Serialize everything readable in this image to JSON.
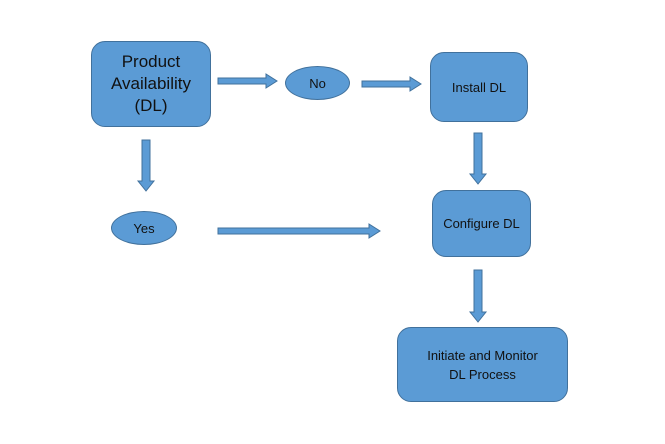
{
  "nodes": {
    "product_availability": {
      "line1": "Product",
      "line2": "Availability",
      "line3": "(DL)"
    },
    "no": {
      "label": "No"
    },
    "install": {
      "label": "Install DL"
    },
    "yes": {
      "label": "Yes"
    },
    "configure": {
      "label": "Configure DL"
    },
    "initiate": {
      "line1": "Initiate and Monitor",
      "line2": "DL Process"
    }
  },
  "colors": {
    "fill": "#5b9bd5",
    "stroke": "#41719c",
    "text": "#111111",
    "background": "#ffffff"
  }
}
